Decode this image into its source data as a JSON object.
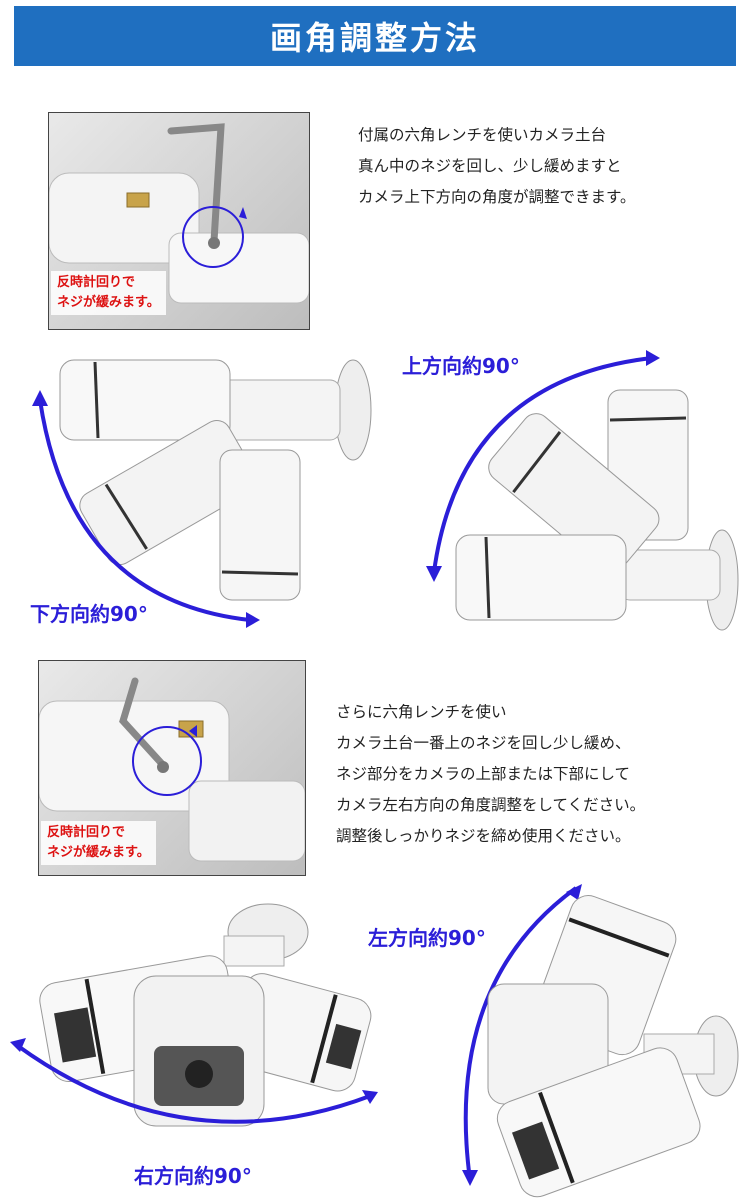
{
  "header": {
    "title": "画角調整方法"
  },
  "section1": {
    "note_lines": [
      "反時計回りで",
      "ネジが緩みます。"
    ],
    "description_lines": [
      "付属の六角レンチを使いカメラ土台",
      "真ん中のネジを回し、少し緩めますと",
      "カメラ上下方向の角度が調整できます。"
    ],
    "label_down": "下方向約90°",
    "label_up": "上方向約90°"
  },
  "section2": {
    "note_lines": [
      "反時計回りで",
      "ネジが緩みます。"
    ],
    "description_lines": [
      "さらに六角レンチを使い",
      "カメラ土台一番上のネジを回し少し緩め、",
      "ネジ部分をカメラの上部または下部にして",
      "カメラ左右方向の角度調整をしてください。",
      "調整後しっかりネジを締め使用ください。"
    ],
    "label_left": "左方向約90°",
    "label_right": "右方向約90°"
  },
  "colors": {
    "banner": "#1f6fc0",
    "arrow": "#2b1ed8",
    "note": "#dd1111"
  }
}
